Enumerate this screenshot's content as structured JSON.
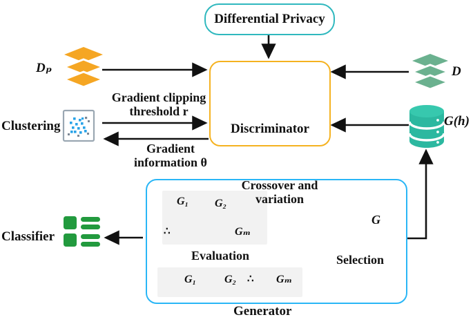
{
  "diagram": {
    "title_nodes": {
      "differential_privacy": "Differential Privacy",
      "discriminator": "Discriminator",
      "generator": "Generator",
      "classifier": "Classifier",
      "clustering": "Clustering"
    },
    "data_labels": {
      "dp_dataset": "Dₚ",
      "d_dataset": "D",
      "gh_database": "G(h)",
      "g_cube": "G"
    },
    "edge_labels": {
      "gradient_clipping": "Gradient clipping",
      "threshold_r": "threshold r",
      "gradient": "Gradient",
      "information_theta": "information  θ",
      "crossover": "Crossover and",
      "variation": "variation",
      "evaluation": "Evaluation",
      "selection": "Selection"
    },
    "population_top": {
      "g1": "G₁",
      "g2": "G₂",
      "gm": "Gₘ",
      "ellipsis": "∴"
    },
    "population_bottom": {
      "g1": "G₁",
      "g2": "G₂",
      "gm": "Gₘ",
      "ellipsis": "∴"
    },
    "icons": {
      "dp_layers": "orange-stacked-layers-icon",
      "d_layers": "green-stacked-layers-icon",
      "gh_db": "teal-database-cylinder-icon",
      "discriminator_cube": "orange-cube-icon",
      "clustering_scatter": "scatter-plot-icon",
      "classifier_list": "green-list-icon",
      "generator_cube": "blue-cube-icon"
    },
    "colors": {
      "privacy_border": "#2fb8be",
      "discriminator_border": "#f5b220",
      "generator_border": "#29b6f6",
      "dp_orange": "#f5a623",
      "d_green": "#6bb18f",
      "gh_teal": "#2cb8a0",
      "classifier_green": "#229a3e",
      "cube_blue": "#3aa2f0",
      "arrow_black": "#111111"
    }
  }
}
